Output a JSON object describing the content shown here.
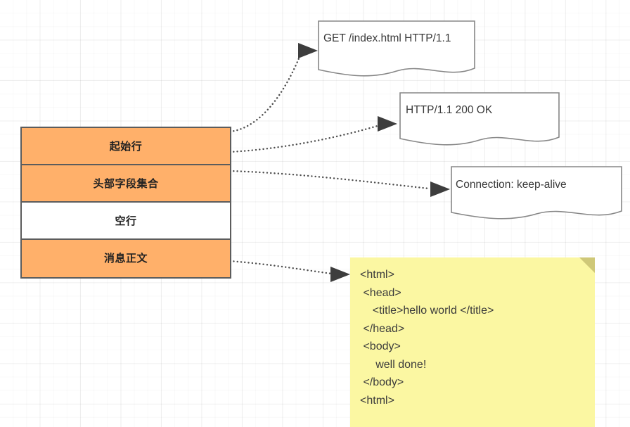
{
  "diagram": {
    "title": "HTTP message structure diagram",
    "colors": {
      "row_fill": "#ffb06a",
      "row_border": "#5c5c5c",
      "blank_row_fill": "#ffffff",
      "note_fill": "#fbf7a2",
      "note_fold": "#cfc878",
      "connector": "#4d4d4d",
      "text": "#3a3a3a"
    }
  },
  "message_table": {
    "rows": [
      {
        "label": "起始行",
        "filled": true
      },
      {
        "label": "头部字段集合",
        "filled": true
      },
      {
        "label": "空行",
        "filled": false
      },
      {
        "label": "消息正文",
        "filled": true
      }
    ]
  },
  "callouts": [
    {
      "id": "request-line",
      "text": "GET /index.html HTTP/1.1",
      "shape": "document"
    },
    {
      "id": "status-line",
      "text": "HTTP/1.1 200 OK",
      "shape": "document"
    },
    {
      "id": "header-field",
      "text": "Connection: keep-alive",
      "shape": "document"
    }
  ],
  "note": {
    "shape": "folded-note",
    "lines": [
      "<html>",
      " <head>",
      "    <title>hello world </title>",
      " </head>",
      " <body>",
      "     well done!",
      " </body>",
      "<html>"
    ]
  },
  "connectors": [
    {
      "from": "起始行",
      "to": "GET /index.html HTTP/1.1"
    },
    {
      "from": "起始行",
      "to": "HTTP/1.1 200 OK"
    },
    {
      "from": "头部字段集合",
      "to": "Connection: keep-alive"
    },
    {
      "from": "消息正文",
      "to": "html note"
    }
  ]
}
